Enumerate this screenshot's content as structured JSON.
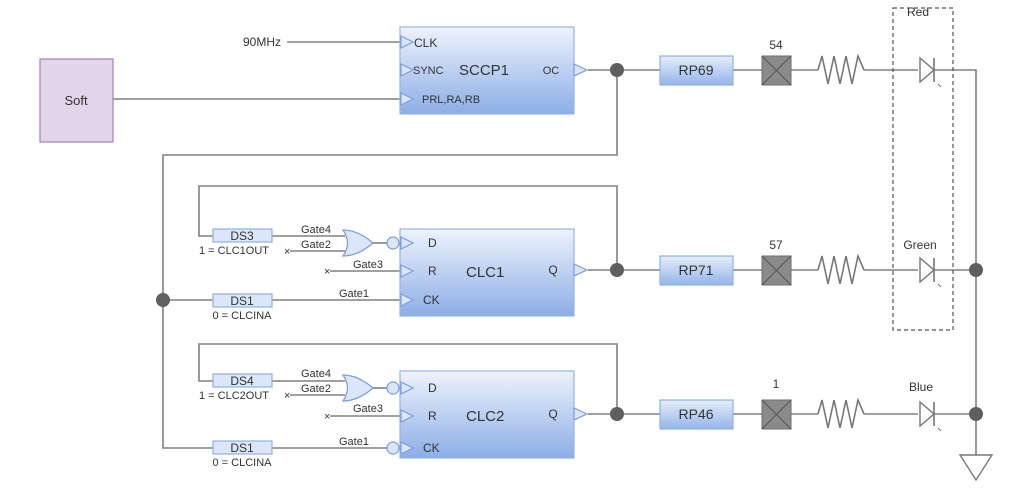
{
  "diagram": {
    "clock_source": {
      "label": "90MHz"
    },
    "soft_block": {
      "label": "Soft",
      "fill": "#e2d5ea",
      "border": "#a67cc0"
    },
    "sccp": {
      "name": "SCCP1",
      "inputs": [
        "CLK",
        "SYNC",
        "PRL,RA,RB"
      ],
      "output": "OC"
    },
    "clc_blocks": [
      {
        "name": "CLC1",
        "inputs": [
          "D",
          "R",
          "CK"
        ],
        "output": "Q",
        "ds_top": {
          "label": "DS3",
          "caption": "1 = CLC1OUT"
        },
        "ds_bottom": {
          "label": "DS1",
          "caption": "0 = CLCINA"
        },
        "gates": [
          "Gate4",
          "Gate2",
          "Gate3",
          "Gate1"
        ]
      },
      {
        "name": "CLC2",
        "inputs": [
          "D",
          "R",
          "CK"
        ],
        "output": "Q",
        "ds_top": {
          "label": "DS4",
          "caption": "1 = CLC2OUT"
        },
        "ds_bottom": {
          "label": "DS1",
          "caption": "0 = CLCINA"
        },
        "gates": [
          "Gate4",
          "Gate2",
          "Gate3",
          "Gate1"
        ]
      }
    ],
    "channels": [
      {
        "rp": "RP69",
        "pin": "54",
        "led": "Red"
      },
      {
        "rp": "RP71",
        "pin": "57",
        "led": "Green"
      },
      {
        "rp": "RP46",
        "pin": "1",
        "led": "Blue"
      }
    ],
    "colors": {
      "block_top": "#eaf1fc",
      "block_bottom": "#8eaee6",
      "wire": "#808080",
      "node": "#5f5f5f"
    }
  }
}
